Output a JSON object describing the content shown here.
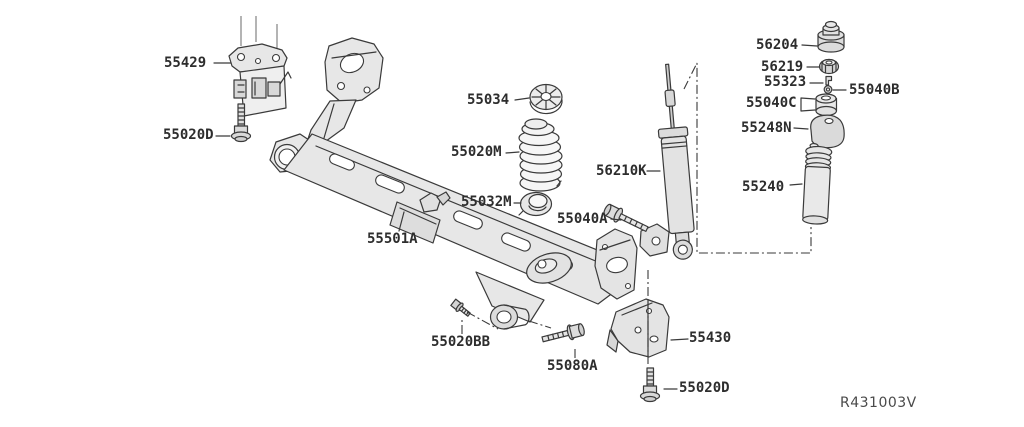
{
  "diagram_code": "R431003V",
  "colors": {
    "background": "#ffffff",
    "line": "#3a3a3a",
    "part_fill_light": "#e7e7e7",
    "part_fill_mid": "#dcdcdc",
    "label_text": "#2d2d2d",
    "code_text": "#4a4a4a"
  },
  "labels": [
    {
      "id": "55429",
      "text": "55429"
    },
    {
      "id": "55020D-upper",
      "text": "55020D"
    },
    {
      "id": "55034",
      "text": "55034"
    },
    {
      "id": "55020M",
      "text": "55020M"
    },
    {
      "id": "55032M",
      "text": "55032M"
    },
    {
      "id": "55501A",
      "text": "55501A"
    },
    {
      "id": "56210K",
      "text": "56210K"
    },
    {
      "id": "55040A",
      "text": "55040A"
    },
    {
      "id": "56204",
      "text": "56204"
    },
    {
      "id": "56219",
      "text": "56219"
    },
    {
      "id": "55323",
      "text": "55323"
    },
    {
      "id": "55040B",
      "text": "55040B"
    },
    {
      "id": "55040C",
      "text": "55040C"
    },
    {
      "id": "55248N",
      "text": "55248N"
    },
    {
      "id": "55240",
      "text": "55240"
    },
    {
      "id": "55020BB",
      "text": "55020BB"
    },
    {
      "id": "55080A",
      "text": "55080A"
    },
    {
      "id": "55430",
      "text": "55430"
    },
    {
      "id": "55020D-lower",
      "text": "55020D"
    }
  ]
}
